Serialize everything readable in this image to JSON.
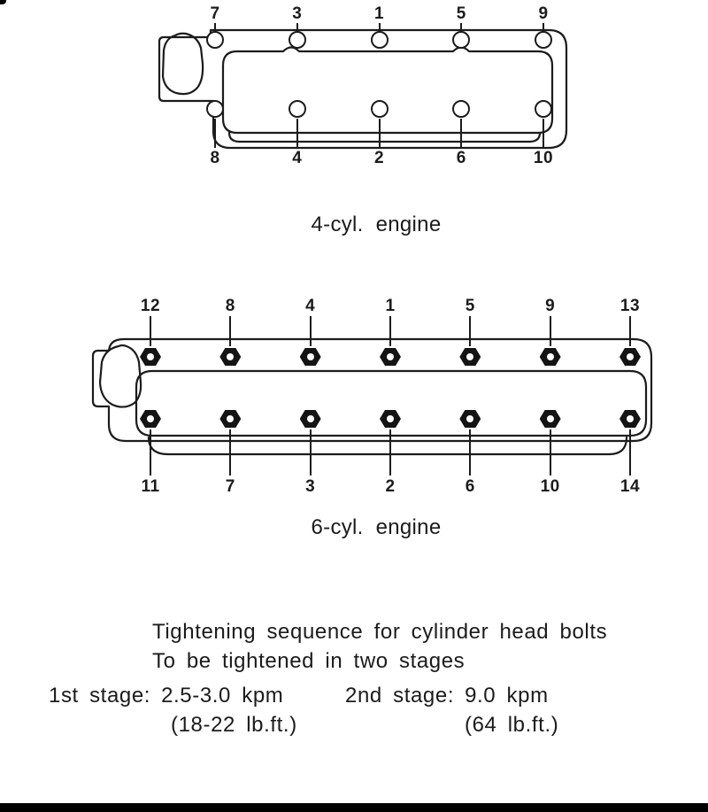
{
  "diagrams": {
    "four_cyl": {
      "caption": "4-cyl. engine",
      "top_labels": [
        "7",
        "3",
        "1",
        "5",
        "9"
      ],
      "bottom_labels": [
        "8",
        "4",
        "2",
        "6",
        "10"
      ]
    },
    "six_cyl": {
      "caption": "6-cyl. engine",
      "top_labels": [
        "12",
        "8",
        "4",
        "1",
        "5",
        "9",
        "13"
      ],
      "bottom_labels": [
        "11",
        "7",
        "3",
        "2",
        "6",
        "10",
        "14"
      ]
    }
  },
  "notes": {
    "title": "Tightening sequence for cylinder head bolts",
    "subtitle": "To be tightened in two stages",
    "stage1_label": "1st stage:",
    "stage1_value": "2.5-3.0 kpm",
    "stage1_detail": "(18-22 lb.ft.)",
    "stage2_label": "2nd stage:",
    "stage2_value": "9.0 kpm",
    "stage2_detail": "(64 lb.ft.)"
  },
  "colors": {
    "ink": "#1b1b1b",
    "paper": "#ffffff"
  }
}
